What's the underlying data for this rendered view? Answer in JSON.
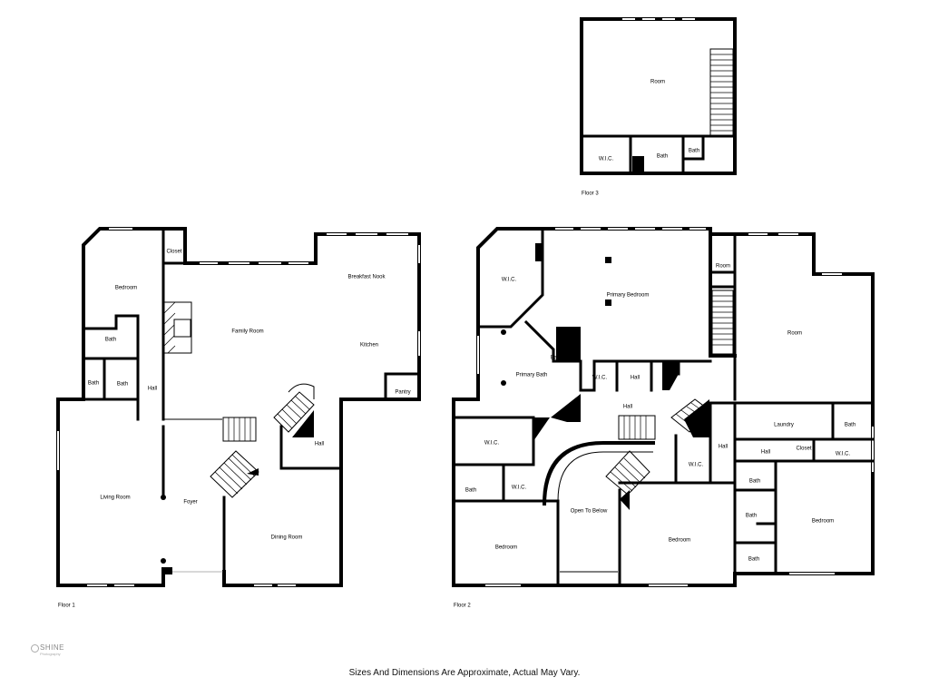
{
  "floors": [
    {
      "label": "Floor 1",
      "rooms": [
        "Bedroom",
        "Closet",
        "Family Room",
        "Breakfast Nook",
        "Kitchen",
        "Pantry",
        "Bath",
        "Bath",
        "Bath",
        "Hall",
        "Living Room",
        "Foyer",
        "Hall",
        "Dining Room"
      ]
    },
    {
      "label": "Floor 2",
      "rooms": [
        "W.I.C.",
        "Primary Bedroom",
        "Room",
        "Room",
        "Primary Bath",
        "Bath",
        "W.I.C.",
        "Hall",
        "Hall",
        "W.I.C.",
        "Bath",
        "W.I.C.",
        "Open To Below",
        "Bedroom",
        "Bedroom",
        "W.I.C.",
        "Hall",
        "Laundry",
        "Bath",
        "Hall",
        "Closet",
        "W.I.C.",
        "Bath",
        "Bath",
        "Bath",
        "Bedroom"
      ]
    },
    {
      "label": "Floor 3",
      "rooms": [
        "Room",
        "W.I.C.",
        "Bath",
        "Bath"
      ]
    }
  ],
  "logo": {
    "name": "SHINE",
    "sub": "Photography"
  },
  "disclaimer": "Sizes And Dimensions Are Approximate, Actual May Vary."
}
